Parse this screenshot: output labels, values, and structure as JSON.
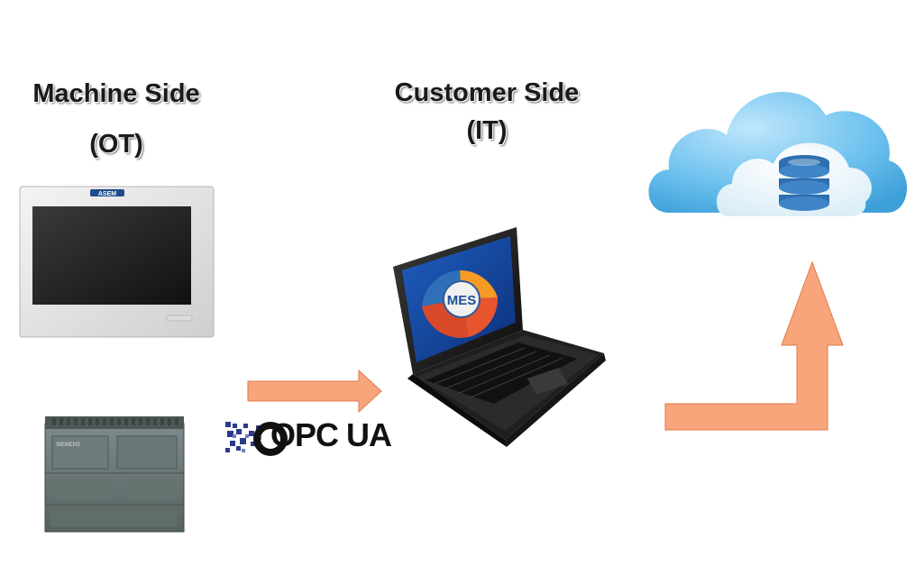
{
  "machine_side": {
    "line1": "Machine Side",
    "line2": "(OT)"
  },
  "customer_side": {
    "line1": "Customer Side",
    "line2": "(IT)"
  },
  "protocol_logo": {
    "text": "OPC UA"
  },
  "laptop_screen": {
    "label": "MES"
  },
  "hmi_brand": {
    "text": "ASEM"
  },
  "plc_brand": {
    "text": "SIEMENS"
  },
  "colors": {
    "arrow_fill": "#f9a57c",
    "arrow_stroke": "#e07a4c",
    "cloud": "#5ab4e8",
    "database": "#2d6fb0"
  }
}
